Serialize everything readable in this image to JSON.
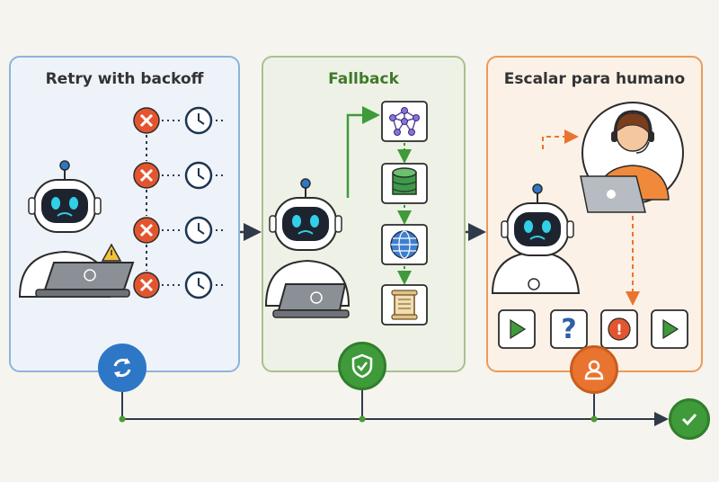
{
  "panels": [
    {
      "title": "Retry with backoff",
      "accent": "#2e77c6"
    },
    {
      "title": "Fallback",
      "accent": "#4a9a34"
    },
    {
      "title": "Escalar para humano",
      "accent": "#e9742f"
    }
  ],
  "retry_steps": {
    "count": 4,
    "fail_icon": "x-circle-icon",
    "wait_icon": "clock-icon"
  },
  "fallback_chain": [
    "network-graph-icon",
    "database-icon",
    "globe-icon",
    "scroll-document-icon"
  ],
  "escalation_actions": [
    "play-icon",
    "question-icon",
    "alert-icon",
    "play-icon"
  ],
  "question_mark": "?",
  "alert_mark": "!",
  "colors": {
    "error": "#e2552f",
    "success": "#3f9a3a",
    "flow": "#2f3a4a",
    "escalate": "#e9742f"
  }
}
